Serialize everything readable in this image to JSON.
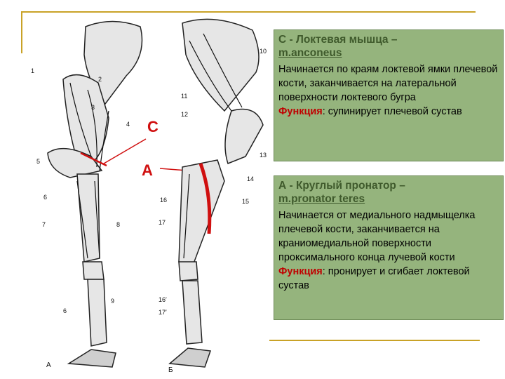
{
  "figure": {
    "marker_c": "С",
    "marker_a": "А",
    "panel_left": "А",
    "panel_right": "Б",
    "left_numbers": [
      "1",
      "2",
      "3",
      "4",
      "5",
      "6",
      "7",
      "8",
      "6",
      "9"
    ],
    "right_numbers": [
      "10",
      "11",
      "12",
      "13",
      "14",
      "15",
      "16",
      "17",
      "16′",
      "17′"
    ]
  },
  "box_c": {
    "title_line1": "С - Локтевая мышца –",
    "title_line2": "m.anconeus",
    "description": "Начинается по краям локтевой ямки плечевой кости, заканчивается на латеральной поверхности локтевого бугра",
    "function_label": "Функция",
    "function_text": ": супинирует плечевой сустав"
  },
  "box_a": {
    "title_line1": "А - Круглый пронатор –",
    "title_line2": "m.pronator teres",
    "description": "Начинается от медиального надмыщелка плечевой кости, заканчивается на краниомедиальной поверхности проксимального конца лучевой кости",
    "function_label": "Функция",
    "function_text": ": пронирует и сгибает локтевой сустав"
  },
  "colors": {
    "accent_gold": "#c9a227",
    "box_green": "#95b47d",
    "title_green": "#3f5a2c",
    "function_red": "#c00000"
  }
}
